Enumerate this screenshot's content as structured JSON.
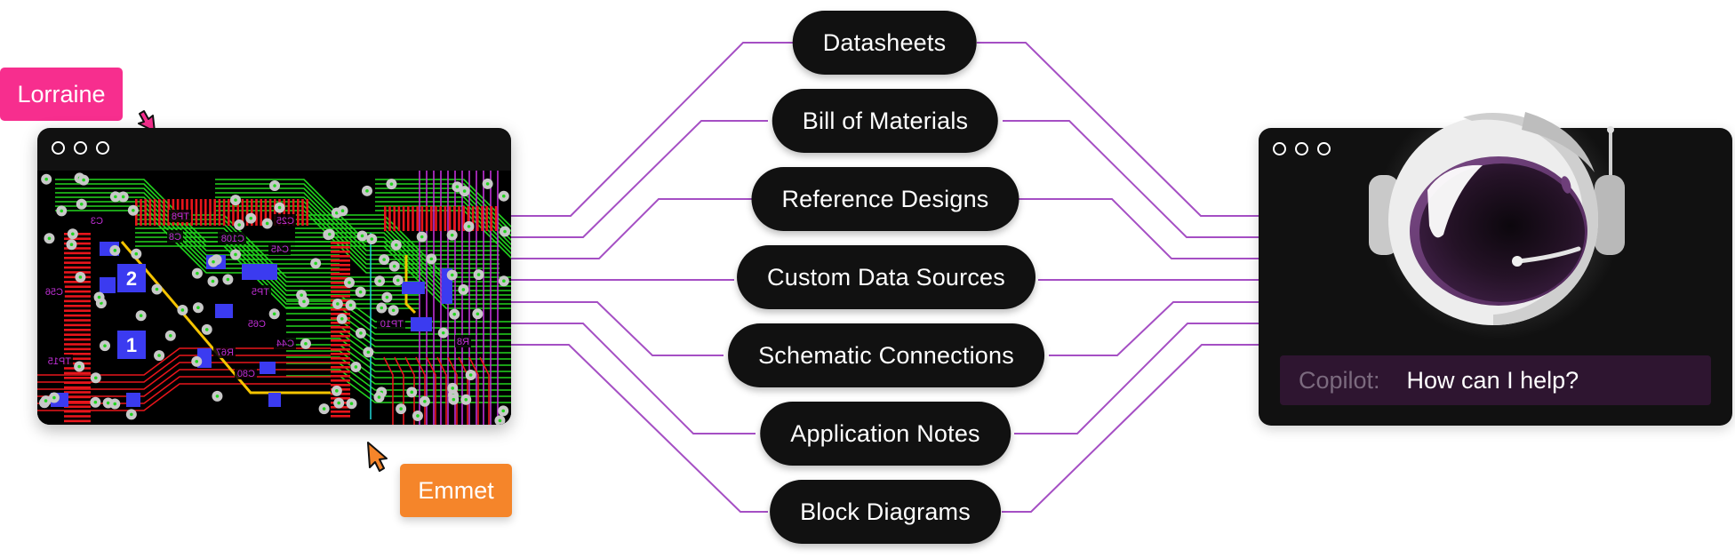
{
  "colors": {
    "connector": "#A54FC4",
    "pill_bg": "#111111",
    "window_bg": "#111111",
    "lorraine": "#F72E8E",
    "emmet": "#F5852A",
    "copilot_input_bg": "#2E1530",
    "pcb_bg": "#000000",
    "pcb_red": "#E8151B",
    "pcb_green": "#22D61E",
    "pcb_blue": "#3B3BF0",
    "pcb_magenta": "#C02FD6",
    "pcb_yellow": "#F5C400",
    "pcb_cyan": "#20D8D8",
    "pcb_via": "#C8C8C8"
  },
  "collaborators": [
    {
      "name": "Lorraine",
      "cursor_icon": "cursor-arrow-icon"
    },
    {
      "name": "Emmet",
      "cursor_icon": "cursor-arrow-icon"
    }
  ],
  "pcb_window": {
    "window_controls": [
      "circle-icon",
      "circle-icon",
      "circle-icon"
    ],
    "component_badges": [
      "2",
      "1"
    ],
    "silkscreen_labels": [
      "C56",
      "C8",
      "C108",
      "C25",
      "C45",
      "TP5",
      "C65",
      "C44",
      "R67",
      "C80",
      "TP8",
      "TP15",
      "C3",
      "TP10",
      "R8"
    ]
  },
  "data_sources": [
    {
      "label": "Datasheets"
    },
    {
      "label": "Bill of Materials"
    },
    {
      "label": "Reference Designs"
    },
    {
      "label": "Custom Data Sources"
    },
    {
      "label": "Schematic Connections"
    },
    {
      "label": "Application Notes"
    },
    {
      "label": "Block Diagrams"
    }
  ],
  "copilot_window": {
    "window_controls": [
      "circle-icon",
      "circle-icon",
      "circle-icon"
    ],
    "mascot_icon": "astronaut-helmet-icon",
    "prompt_label": "Copilot:",
    "prompt_message": "How can I help?"
  }
}
